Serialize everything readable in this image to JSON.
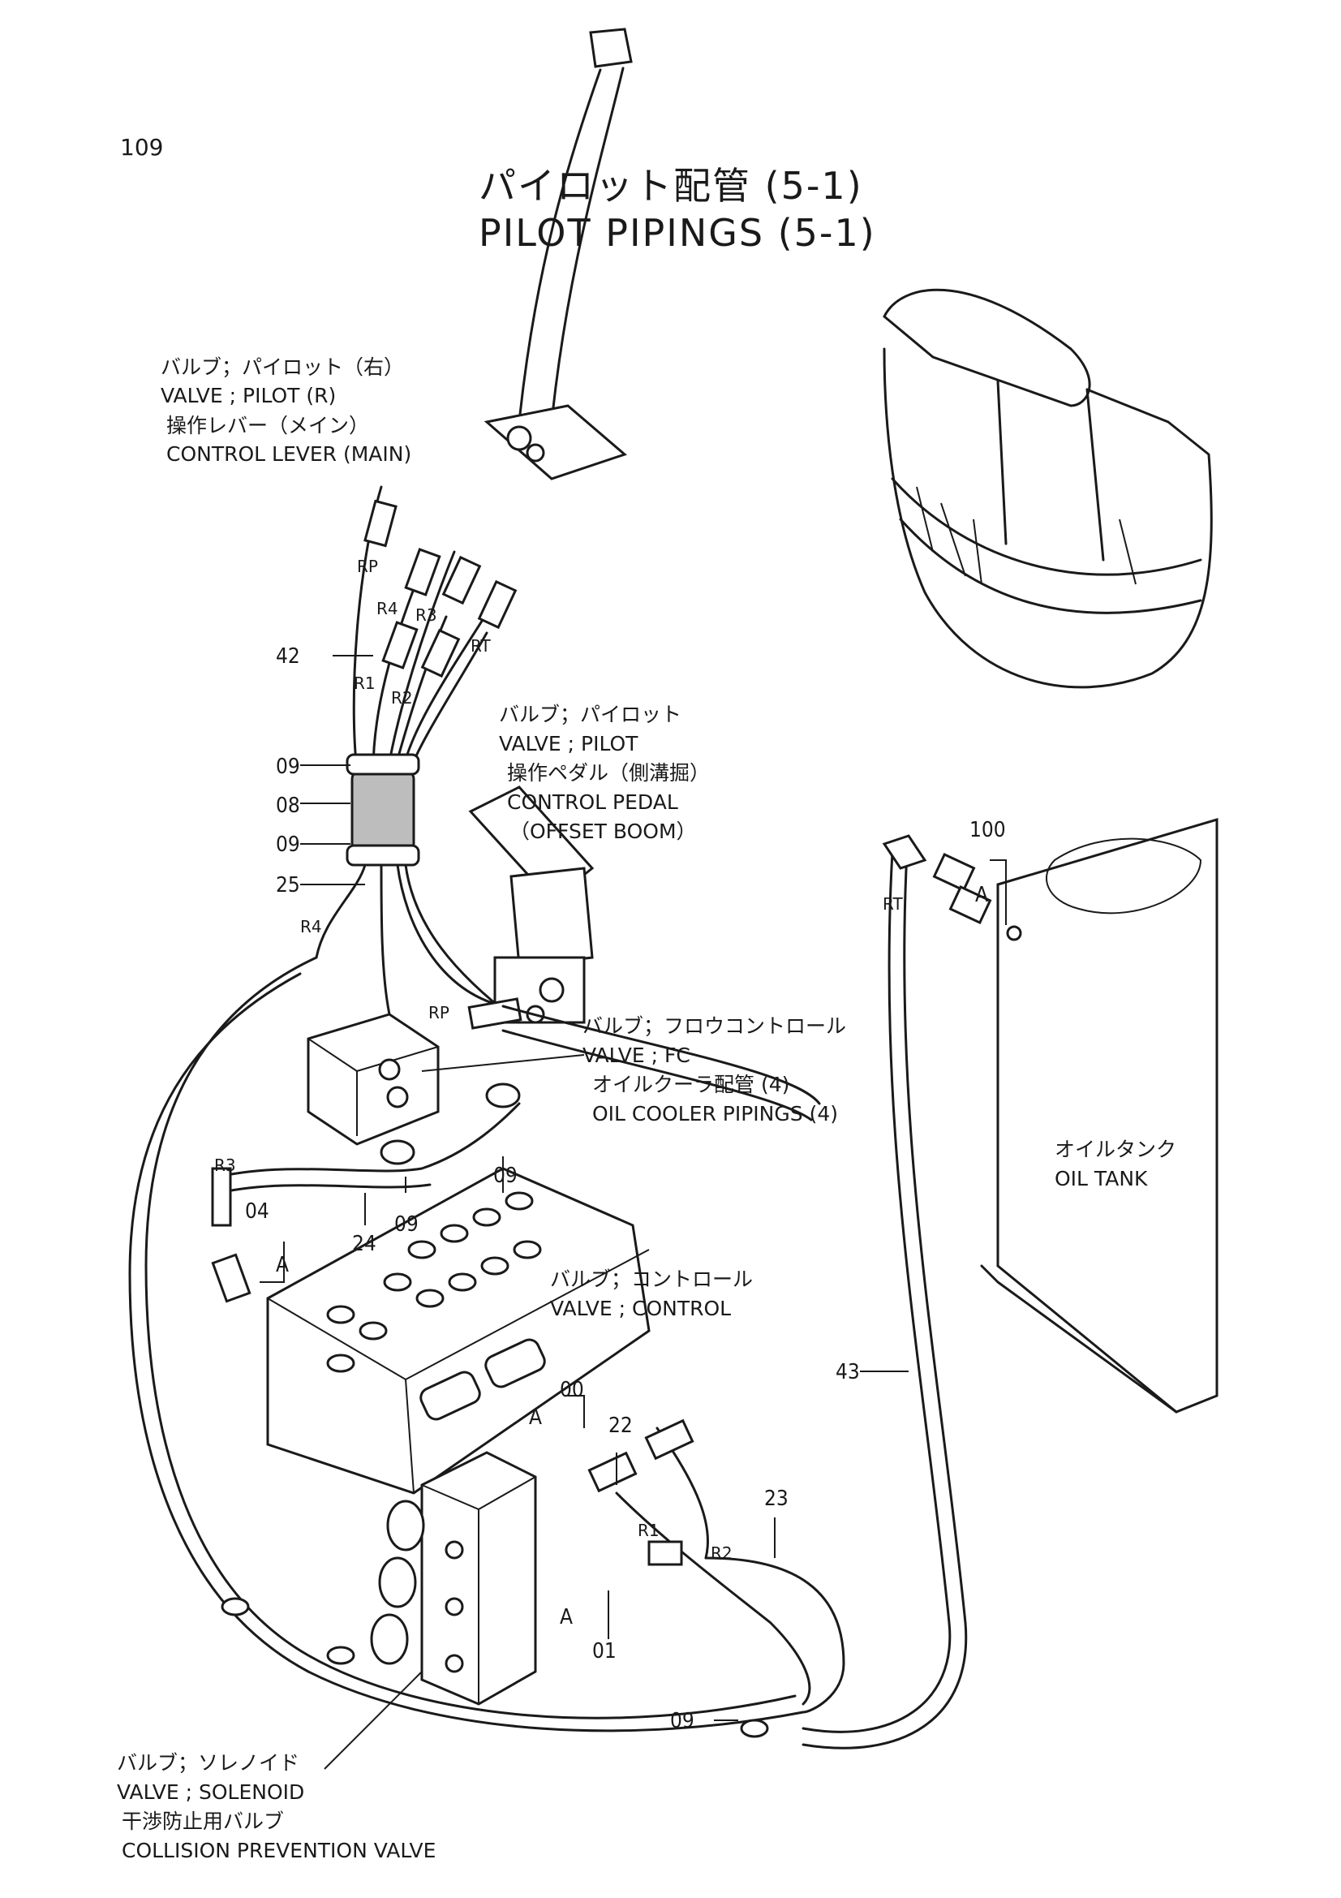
{
  "page_number": "109",
  "title": {
    "jp": "パイロット配管 (5-1)",
    "en": "PILOT PIPINGS (5-1)"
  },
  "callouts": [
    {
      "id": "valve-pilot-r",
      "lines": [
        "バルブ；パイロット（右）",
        "VALVE ; PILOT (R)",
        "操作レバー（メイン）",
        "CONTROL LEVER (MAIN)"
      ]
    },
    {
      "id": "valve-pilot-pedal",
      "lines": [
        "バルブ；パイロット",
        "VALVE ; PILOT",
        "操作ペダル（側溝掘）",
        "CONTROL PEDAL",
        "（OFFSET BOOM）"
      ]
    },
    {
      "id": "valve-fc",
      "lines": [
        "バルブ；フロウコントロール",
        "VALVE ; FC",
        "オイルクーラ配管 (4)",
        "OIL COOLER PIPINGS (4)"
      ]
    },
    {
      "id": "oil-tank",
      "lines": [
        "オイルタンク",
        "OIL TANK"
      ]
    },
    {
      "id": "valve-control",
      "lines": [
        "バルブ；コントロール",
        "VALVE ; CONTROL"
      ]
    },
    {
      "id": "valve-solenoid",
      "lines": [
        "バルブ；ソレノイド",
        "VALVE ; SOLENOID",
        "干渉防止用バルブ",
        "COLLISION PREVENTION VALVE"
      ]
    }
  ],
  "part_numbers": [
    "42",
    "09",
    "08",
    "09",
    "25",
    "09",
    "09",
    "24",
    "04",
    "100",
    "00",
    "22",
    "23",
    "43",
    "01",
    "09"
  ],
  "port_tags": [
    "RP",
    "R4",
    "R3",
    "R1",
    "R2",
    "RT",
    "R4",
    "RP",
    "R3",
    "RT",
    "R1",
    "R2"
  ],
  "ref_marks": [
    "A",
    "A",
    "A",
    "A"
  ]
}
